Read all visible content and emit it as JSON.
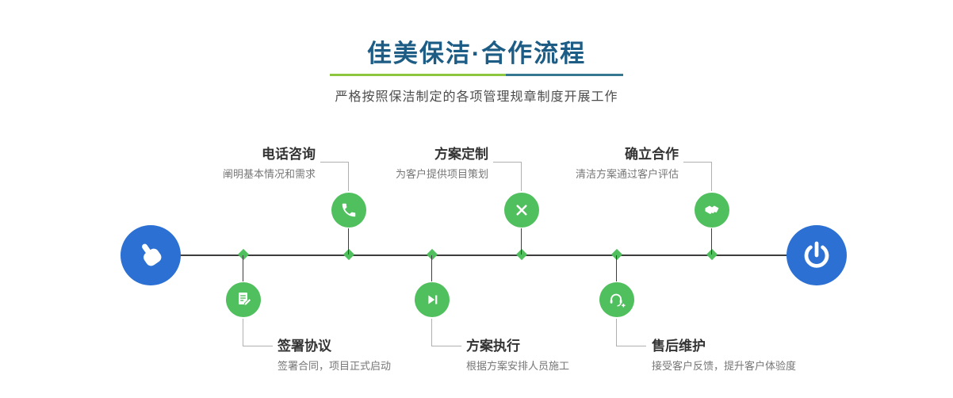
{
  "page": {
    "title": "佳美保洁·合作流程",
    "subtitle": "严格按照保洁制定的各项管理规章制度开展工作"
  },
  "timeline": {
    "start_icon": "pointing-hand-icon",
    "end_icon": "power-icon"
  },
  "steps": [
    {
      "title": "电话咨询",
      "desc": "阐明基本情况和需求",
      "icon": "phone-icon",
      "position": "top"
    },
    {
      "title": "方案定制",
      "desc": "为客户提供项目策划",
      "icon": "pencil-ruler-icon",
      "position": "top"
    },
    {
      "title": "确立合作",
      "desc": "清洁方案通过客户评估",
      "icon": "handshake-icon",
      "position": "top"
    },
    {
      "title": "签署协议",
      "desc": "签署合同，项目正式启动",
      "icon": "contract-pen-icon",
      "position": "bottom"
    },
    {
      "title": "方案执行",
      "desc": "根据方案安排人员施工",
      "icon": "play-step-icon",
      "position": "bottom"
    },
    {
      "title": "售后维护",
      "desc": "接受客户反馈，提升客户体验度",
      "icon": "headset-plus-icon",
      "position": "bottom"
    }
  ],
  "colors": {
    "title_blue": "#1d5d85",
    "divider_green": "#8dc63f",
    "divider_blue": "#35788f",
    "node_green": "#50bf5d",
    "endpoint_blue": "#2b70d2",
    "line_dark": "#3d3d3d",
    "connector_gray": "#b0b0b0"
  }
}
